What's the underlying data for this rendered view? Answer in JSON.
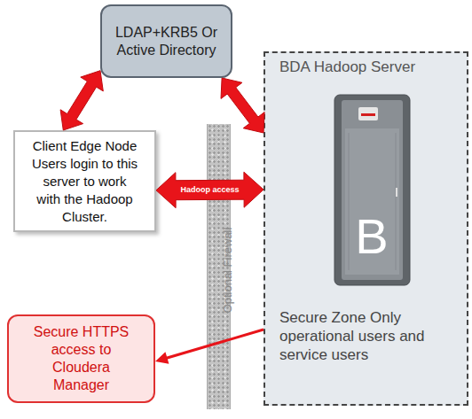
{
  "diagram": {
    "nodes": [
      {
        "text": [
          "LDAP+KRB5 Or Active Directory"
        ]
      },
      {
        "text": [
          "Client Edge Node Users login to this server to work with the Hadoop Cluster."
        ]
      },
      {
        "text": [
          "Optional Firewall"
        ]
      },
      {
        "text": [
          "BDA Hadoop Server",
          "Secure Zone Only operational users and service users"
        ]
      },
      {
        "text": [
          "Secure HTTPS access to Cloudera Manager"
        ]
      }
    ],
    "edges": [
      {
        "from": 0,
        "to": 1,
        "arrow": "both"
      },
      {
        "from": 0,
        "to": 3,
        "arrow": "both"
      },
      {
        "from": 1,
        "to": 3,
        "label": "Hadoop access",
        "arrow": "both"
      },
      {
        "from": 3,
        "to": 4,
        "arrow": "to"
      }
    ],
    "labels": [
      "B"
    ]
  }
}
